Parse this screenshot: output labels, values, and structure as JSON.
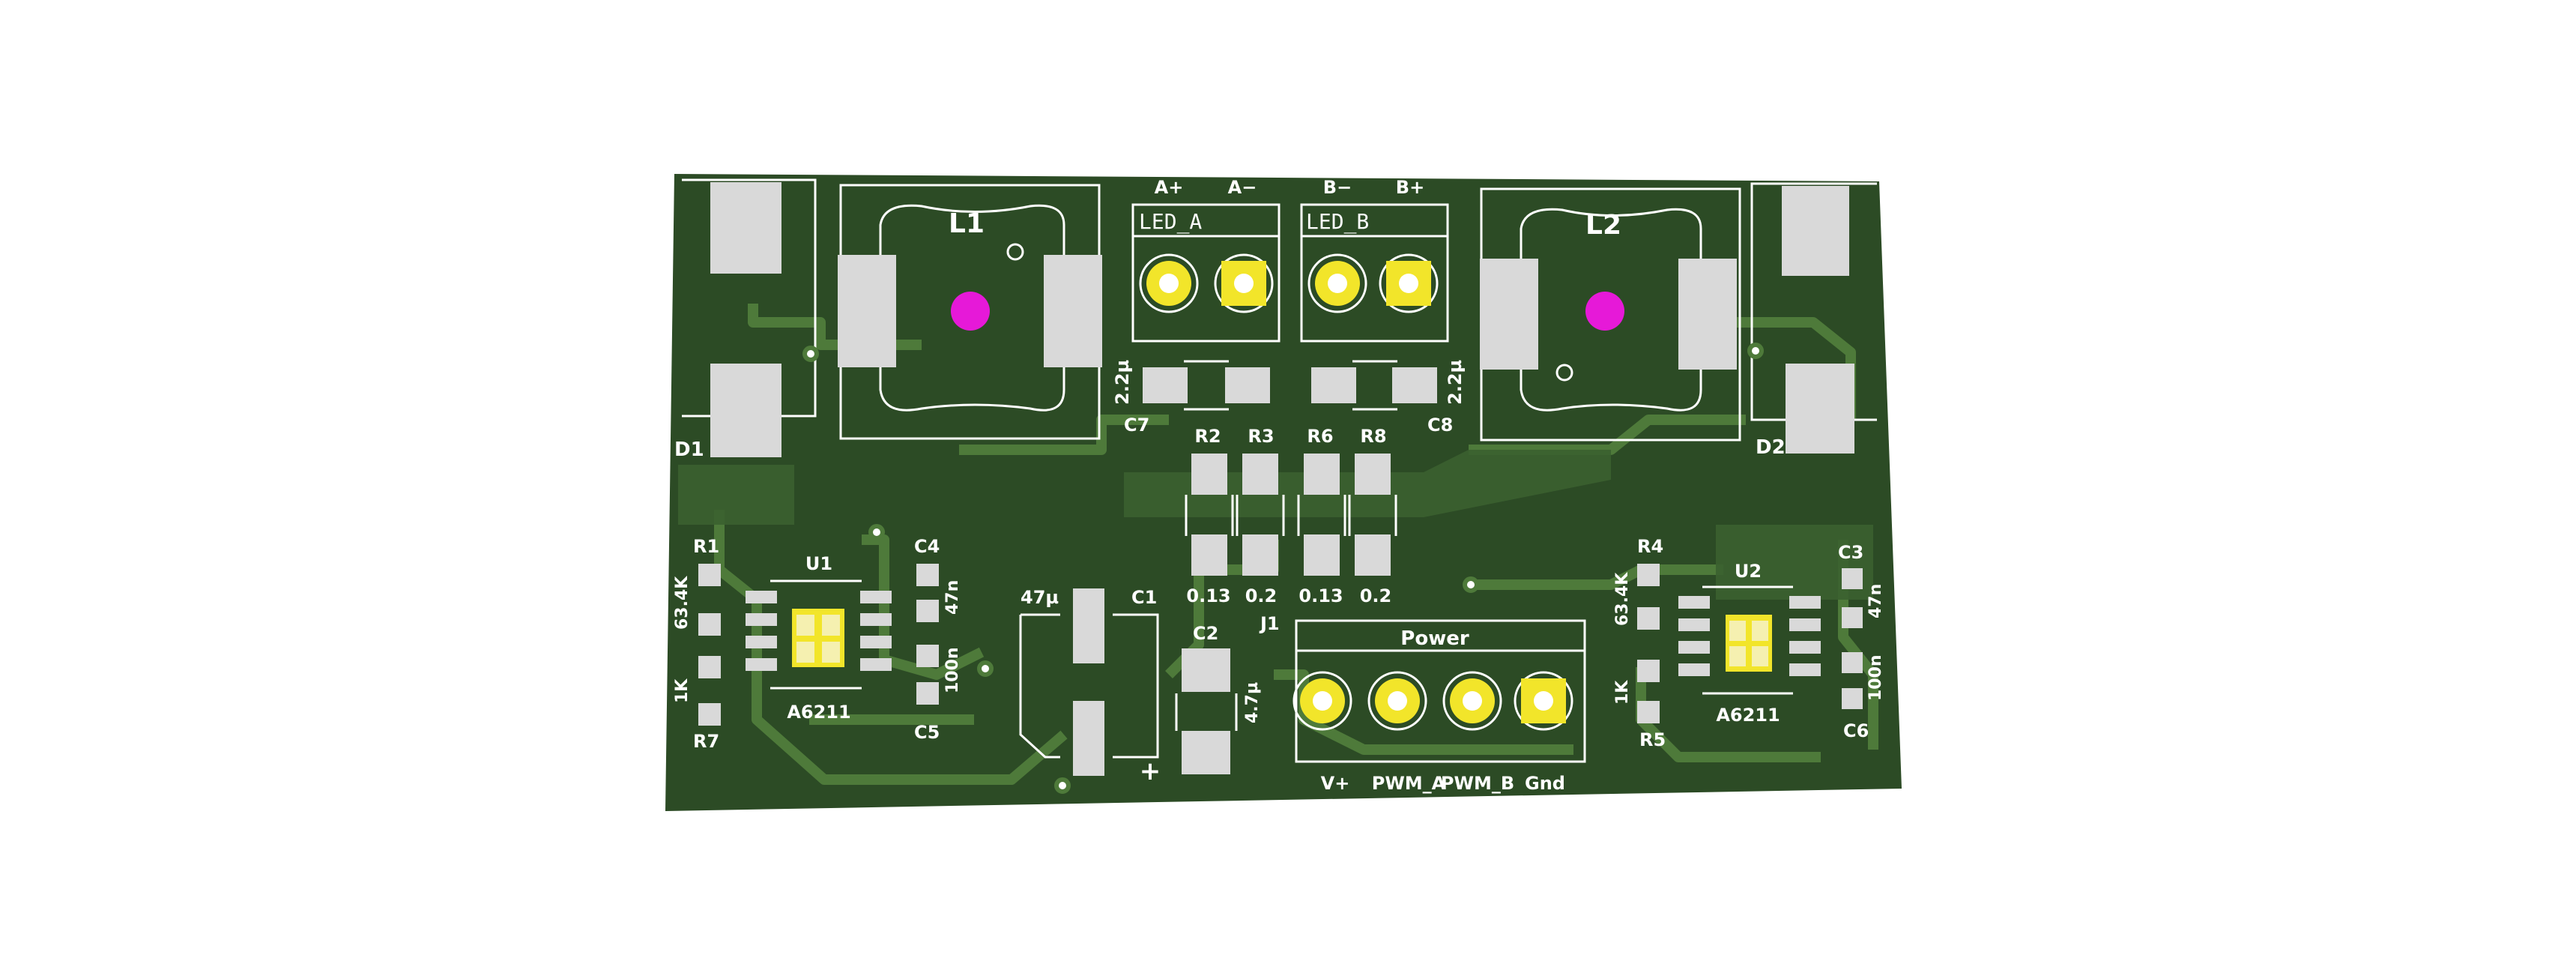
{
  "board": {
    "colors": {
      "background": "#ffffff",
      "soldermask": "#2c4b25",
      "copper_fill": "#3b6030",
      "trace": "#4e7a3a",
      "pad": "#d9d9d9",
      "plated_pad": "#f2e52a",
      "via_mask": "#f5f0b0",
      "mounting_hole": "#e619d8",
      "silkscreen": "#ffffff"
    },
    "inductors": [
      {
        "ref": "L1"
      },
      {
        "ref": "L2"
      }
    ],
    "diodes": [
      {
        "ref": "D1"
      },
      {
        "ref": "D2"
      }
    ],
    "led_connectors": [
      {
        "title": "LED_A",
        "pin_labels": [
          "A+",
          "A−"
        ]
      },
      {
        "title": "LED_B",
        "pin_labels": [
          "B−",
          "B+"
        ]
      }
    ],
    "caps_top": [
      {
        "ref": "C7",
        "value": "2.2µ"
      },
      {
        "ref": "C8",
        "value": "2.2µ"
      }
    ],
    "sense_resistors": [
      {
        "ref": "R2",
        "value": "0.13"
      },
      {
        "ref": "R3",
        "value": "0.2"
      },
      {
        "ref": "R6",
        "value": "0.13"
      },
      {
        "ref": "R8",
        "value": "0.2"
      }
    ],
    "drivers": [
      {
        "ref": "U1",
        "part": "A6211",
        "resistors": [
          {
            "ref": "R1",
            "value": "63.4K"
          },
          {
            "ref": "R7",
            "value": "1K"
          }
        ],
        "caps": [
          {
            "ref": "C4",
            "value": "47n"
          },
          {
            "ref": "C5",
            "value": "100n"
          }
        ]
      },
      {
        "ref": "U2",
        "part": "A6211",
        "resistors": [
          {
            "ref": "R4",
            "value": "63.4K"
          },
          {
            "ref": "R5",
            "value": "1K"
          }
        ],
        "caps": [
          {
            "ref": "C3",
            "value": "47n"
          },
          {
            "ref": "C6",
            "value": "100n"
          }
        ]
      }
    ],
    "bulk_cap": {
      "ref": "C1",
      "value": "47µ",
      "polarity": "+"
    },
    "cap_c2": {
      "ref": "C2",
      "value": "4.7µ"
    },
    "power_connector": {
      "ref": "J1",
      "title": "Power",
      "pin_labels": [
        "V+",
        "PWM_A",
        "PWM_B",
        "Gnd"
      ]
    }
  }
}
